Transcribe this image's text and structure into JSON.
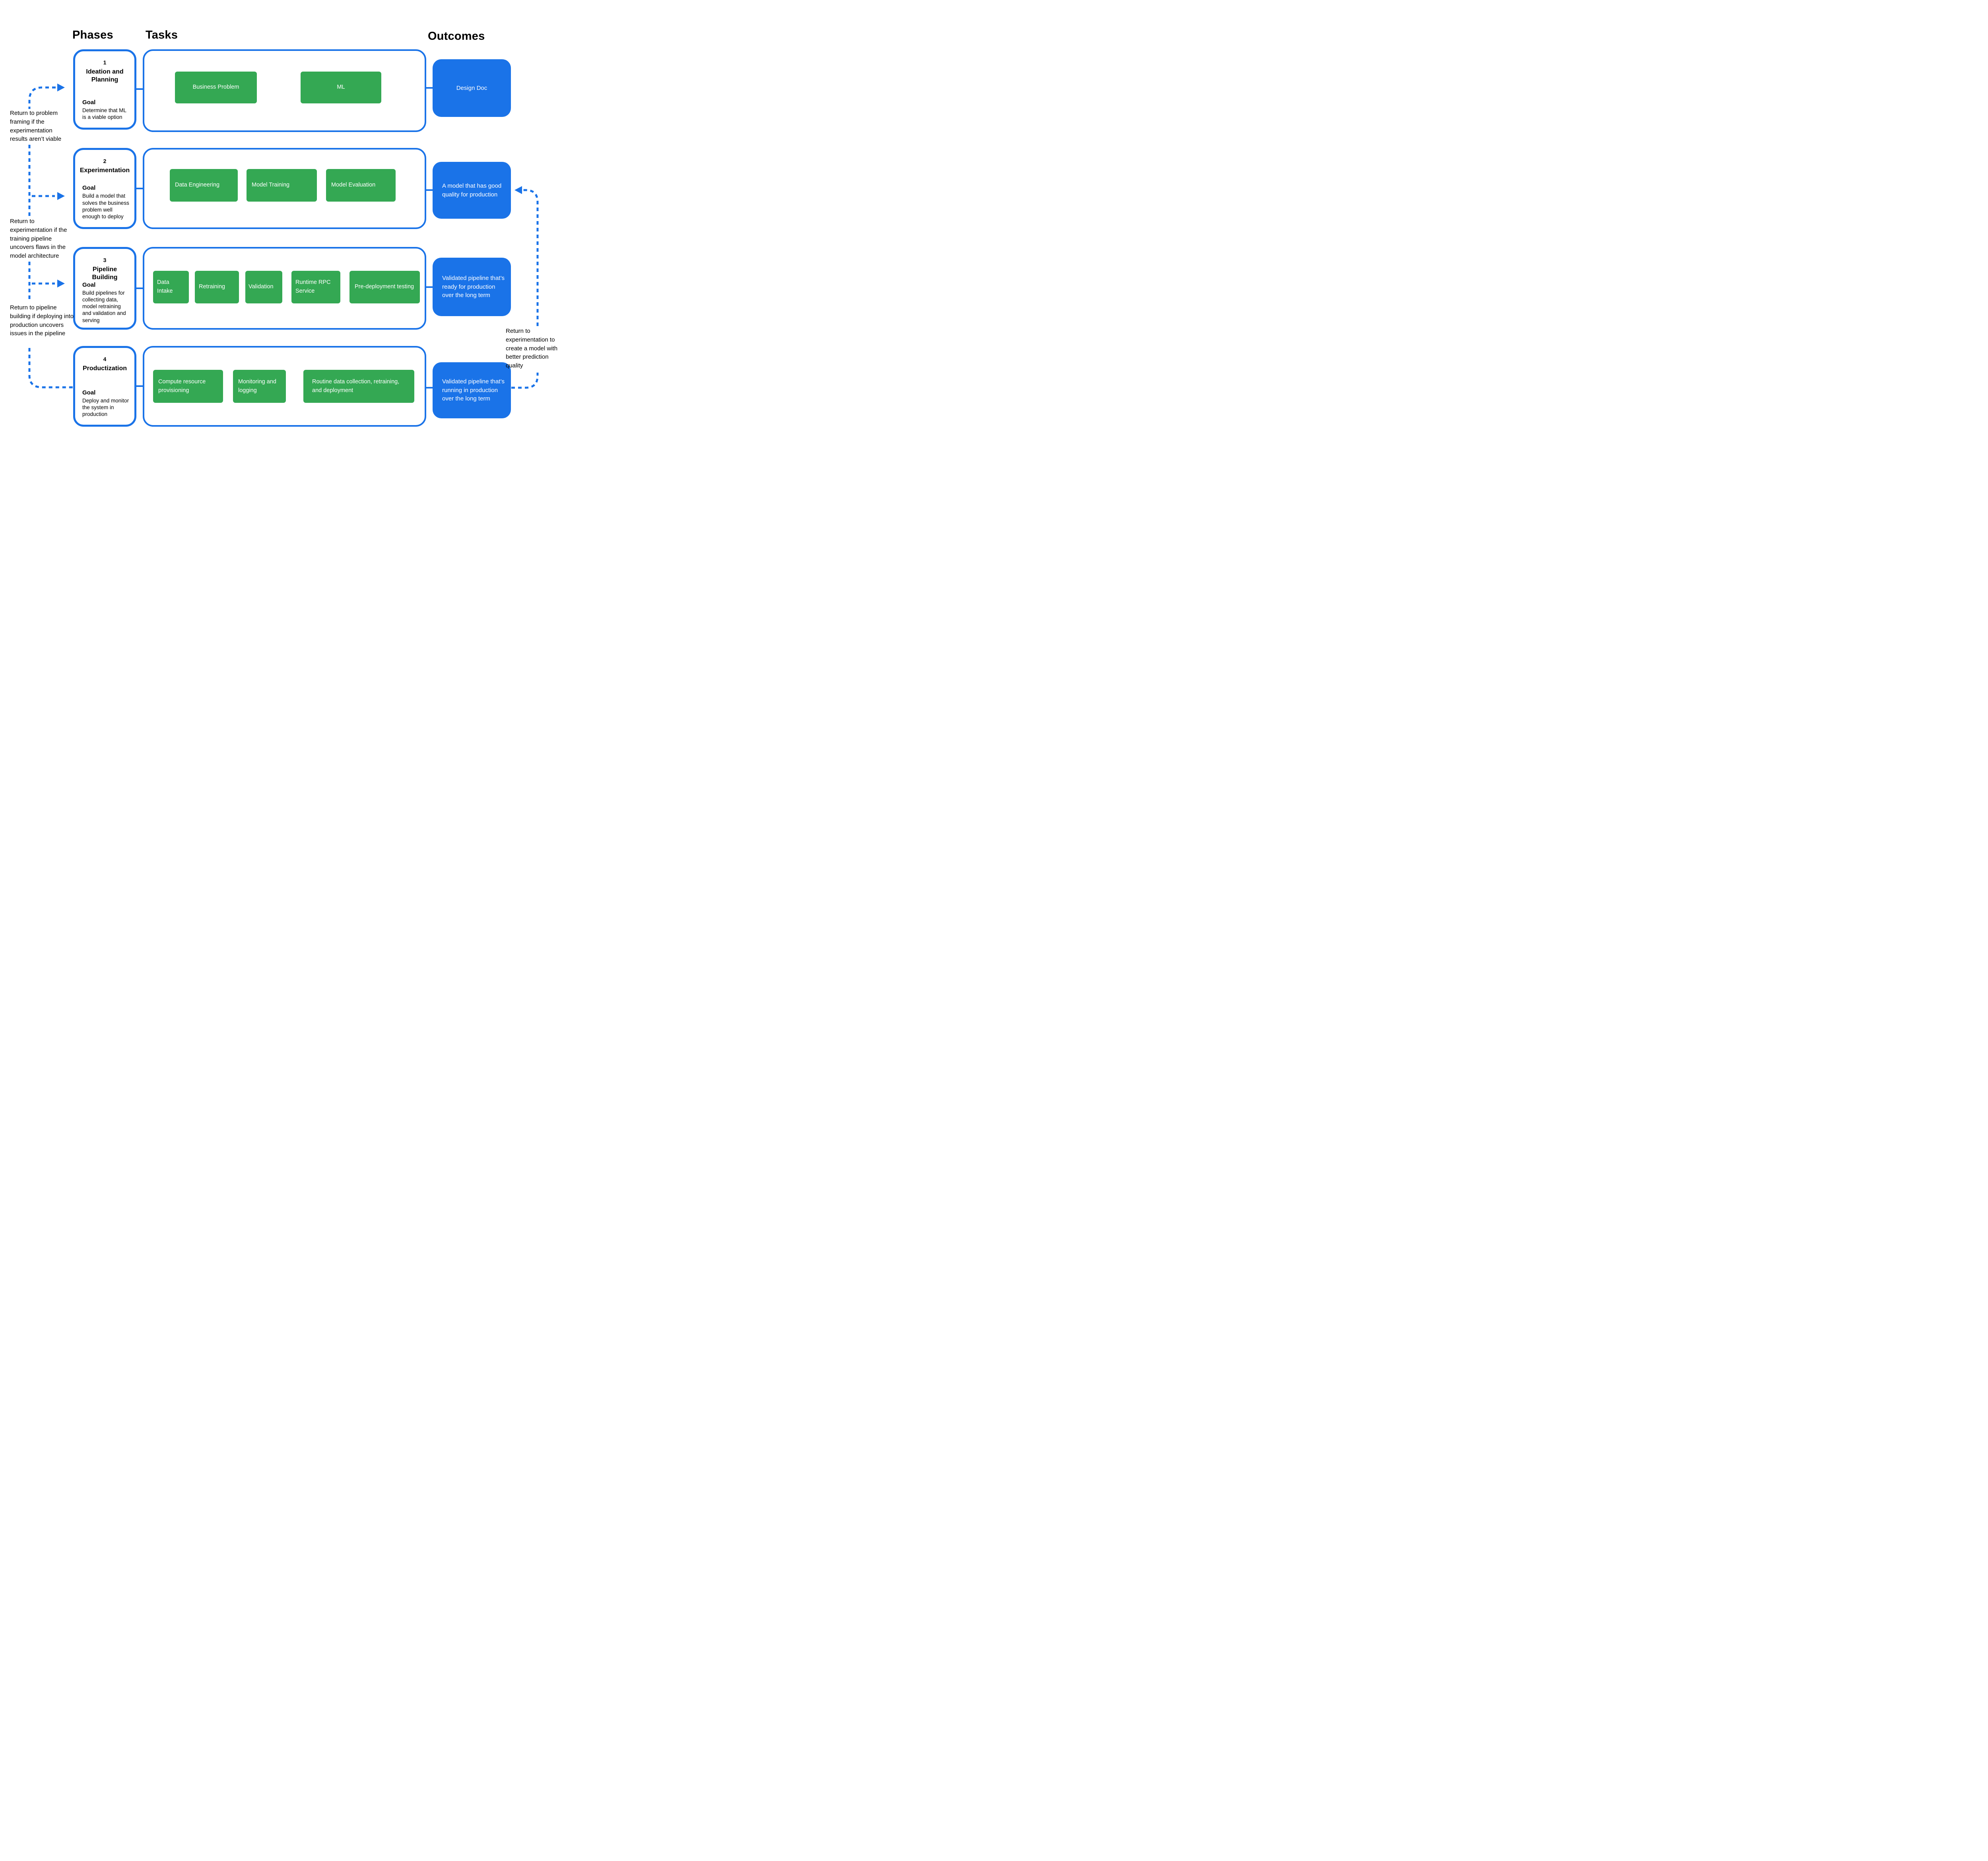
{
  "headers": {
    "phases": "Phases",
    "tasks": "Tasks",
    "outcomes": "Outcomes"
  },
  "colors": {
    "task_green": "#34A853",
    "accent_blue": "#1A73E8",
    "text_black": "#000000",
    "box_text_white": "#ffffff"
  },
  "phases": [
    {
      "number": "1",
      "title": "Ideation and Planning",
      "goal_label": "Goal",
      "goal": "Determine that ML is a viable option",
      "tasks": [
        "Business Problem",
        "ML"
      ],
      "outcome": "Design Doc"
    },
    {
      "number": "2",
      "title": "Experimentation",
      "goal_label": "Goal",
      "goal": "Build a model that solves the business problem well enough to deploy",
      "tasks": [
        "Data Engineering",
        "Model Training",
        "Model Evaluation"
      ],
      "outcome": "A model that has good quality for production"
    },
    {
      "number": "3",
      "title": "Pipeline Building",
      "goal_label": "Goal",
      "goal": "Build pipelines for collecting data, model retraining and validation and serving",
      "tasks": [
        "Data Intake",
        "Retraining",
        "Validation",
        "Runtime RPC Service",
        "Pre-deployment testing"
      ],
      "outcome": "Validated pipeline that’s ready for production over the long term"
    },
    {
      "number": "4",
      "title": "Productization",
      "goal_label": "Goal",
      "goal": "Deploy and monitor the system in production",
      "tasks": [
        "Compute  resource provisioning",
        "Monitoring and logging",
        "Routine data collection, retraining, and deployment"
      ],
      "outcome": "Validated pipeline that’s running in production over the long term"
    }
  ],
  "annotations": {
    "left": [
      "Return to problem framing if the experimentation results aren’t viable",
      "Return to experimentation if the training pipeline uncovers flaws in the model architecture",
      "Return to pipeline building if deploying into production uncovers issues in the pipeline"
    ],
    "right": "Return to experimentation to create a model with better prediction quality"
  }
}
